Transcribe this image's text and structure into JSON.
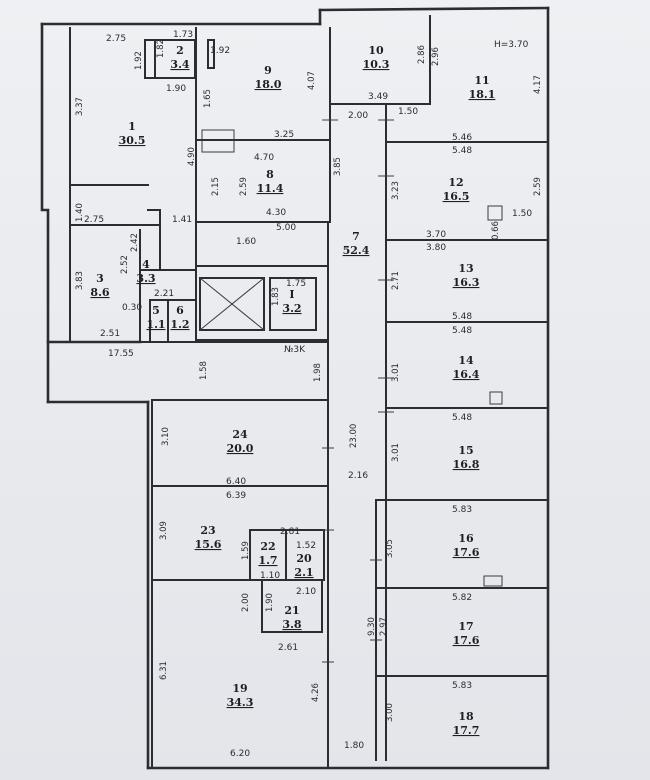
{
  "plan": {
    "height_label": "H=3.70",
    "section_label": "№3K",
    "rooms": [
      {
        "id": "r1",
        "num": "1",
        "area": "30.5"
      },
      {
        "id": "r2",
        "num": "2",
        "area": "3.4"
      },
      {
        "id": "r3",
        "num": "3",
        "area": "8.6"
      },
      {
        "id": "r4",
        "num": "4",
        "area": "3.3"
      },
      {
        "id": "r5",
        "num": "5",
        "area": "1.1"
      },
      {
        "id": "r6",
        "num": "6",
        "area": "1.2"
      },
      {
        "id": "r7",
        "num": "7",
        "area": "52.4"
      },
      {
        "id": "r8",
        "num": "8",
        "area": "11.4"
      },
      {
        "id": "r9",
        "num": "9",
        "area": "18.0"
      },
      {
        "id": "r10",
        "num": "10",
        "area": "10.3"
      },
      {
        "id": "r11",
        "num": "11",
        "area": "18.1"
      },
      {
        "id": "r12",
        "num": "12",
        "area": "16.5"
      },
      {
        "id": "r13",
        "num": "13",
        "area": "16.3"
      },
      {
        "id": "r14",
        "num": "14",
        "area": "16.4"
      },
      {
        "id": "r15",
        "num": "15",
        "area": "16.8"
      },
      {
        "id": "r16",
        "num": "16",
        "area": "17.6"
      },
      {
        "id": "r17",
        "num": "17",
        "area": "17.6"
      },
      {
        "id": "r18",
        "num": "18",
        "area": "17.7"
      },
      {
        "id": "r19",
        "num": "19",
        "area": "34.3"
      },
      {
        "id": "r20",
        "num": "20",
        "area": "2.1"
      },
      {
        "id": "r21",
        "num": "21",
        "area": "3.8"
      },
      {
        "id": "r22",
        "num": "22",
        "area": "1.7"
      },
      {
        "id": "r23",
        "num": "23",
        "area": "15.6"
      },
      {
        "id": "r24",
        "num": "24",
        "area": "20.0"
      },
      {
        "id": "rI",
        "num": "I",
        "area": "3.2"
      }
    ],
    "dims": [
      "2.75",
      "1.73",
      "1.92",
      "1.82",
      "1.90",
      "1.92",
      "4.07",
      "2.86",
      "2.96",
      "4.17",
      "3.37",
      "1.65",
      "3.49",
      "2.00",
      "1.50",
      "3.25",
      "4.90",
      "4.70",
      "5.46",
      "5.48",
      "3.85",
      "2.15",
      "2.59",
      "3.23",
      "2.59",
      "1.40",
      "2.75",
      "1.41",
      "4.30",
      "5.00",
      "1.50",
      "0.66",
      "3.70",
      "3.80",
      "2.42",
      "1.60",
      "2.52",
      "3.83",
      "2.71",
      "2.21",
      "0.30",
      "2.51",
      "1.75",
      "1.83",
      "5.48",
      "5.48",
      "17.55",
      "1.58",
      "1.98",
      "3.01",
      "5.48",
      "3.10",
      "23.00",
      "3.01",
      "6.40",
      "6.39",
      "2.16",
      "5.83",
      "3.09",
      "2.81",
      "1.52",
      "3.05",
      "1.59",
      "1.10",
      "2.10",
      "5.82",
      "2.00",
      "1.90",
      "9.30",
      "2.97",
      "2.61",
      "6.31",
      "4.26",
      "5.83",
      "3.00",
      "6.20",
      "1.80"
    ]
  }
}
